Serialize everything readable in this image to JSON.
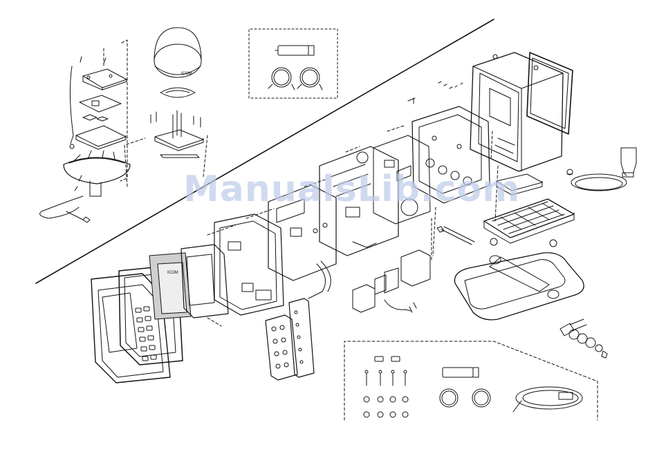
{
  "diagram": {
    "watermark": "ManualsLib.com",
    "label_antenna": "ICOM",
    "label_display": "ICOM"
  }
}
